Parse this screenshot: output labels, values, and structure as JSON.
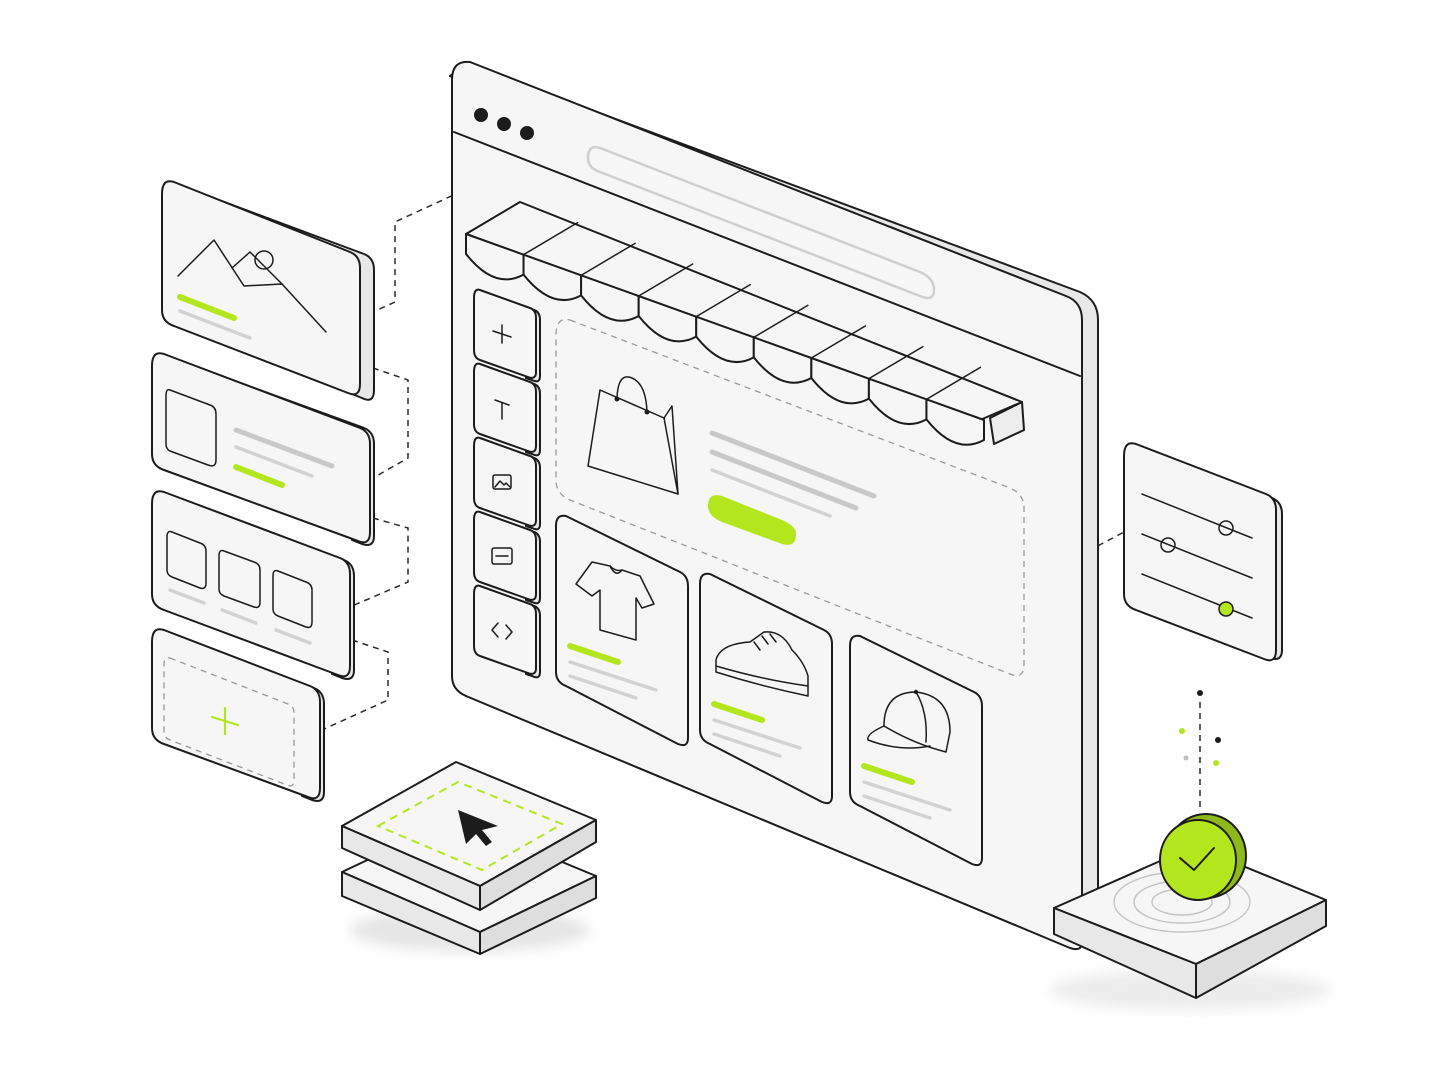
{
  "colors": {
    "accent": "#b4e61e",
    "outline": "#1c1c1c",
    "surface": "#f6f6f6",
    "surface_side": "#e8e8e8",
    "placeholder_line": "#c9c9c9"
  },
  "browser_window": {
    "window_controls": [
      "window-dot-icon",
      "window-dot-icon",
      "window-dot-icon"
    ],
    "address_bar": "empty",
    "awning_scallops": 9
  },
  "tool_palette": {
    "tools": [
      "plus-icon",
      "text-icon",
      "image-icon",
      "divider-icon",
      "code-icon"
    ]
  },
  "hero_section": {
    "icon": "shopping-bag-icon",
    "has_cta_button": true
  },
  "product_cards": [
    {
      "icon": "tshirt-icon"
    },
    {
      "icon": "sneaker-icon"
    },
    {
      "icon": "cap-icon"
    }
  ],
  "component_blocks": [
    {
      "type": "image-block",
      "icon": "landscape-image-icon"
    },
    {
      "type": "media-text-block"
    },
    {
      "type": "gallery-block",
      "tiles": 3
    },
    {
      "type": "add-block",
      "icon": "plus-icon"
    }
  ],
  "settings_panel": {
    "icon": "sliders-icon",
    "sliders": 3,
    "active_slider": 3
  },
  "selection_tile": {
    "icon": "cursor-arrow-icon"
  },
  "publish_button": {
    "icon": "checkmark-icon",
    "status": "published"
  }
}
